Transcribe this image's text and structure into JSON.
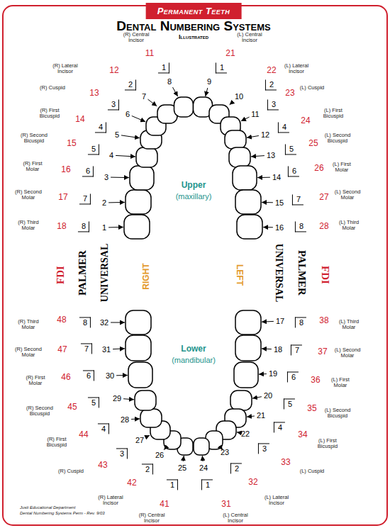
{
  "diagram": {
    "title": "Dental Numbering Systems",
    "nodes": [
      {
        "text": [
          "Permanent Teeth"
        ]
      }
    ],
    "labels": [
      "Illustrated",
      "(R) Third Molar",
      "18",
      "8",
      "1",
      "(R) Second Molar",
      "17",
      "7",
      "2",
      "(R) First Molar",
      "16",
      "6",
      "3",
      "(R) Second Bicuspid",
      "15",
      "5",
      "4",
      "(R) First Bicuspid",
      "14",
      "4",
      "5",
      "(R) Cuspid",
      "13",
      "3",
      "6",
      "(R) Lateral Incisor",
      "12",
      "2",
      "7",
      "(R) Central Incisor",
      "11",
      "1",
      "8",
      "(L) Central Incisor",
      "21",
      "1",
      "9",
      "(L) Lateral Incisor",
      "22",
      "2",
      "10",
      "(L) Cuspid",
      "23",
      "3",
      "11",
      "(L) First Bicuspid",
      "24",
      "4",
      "12",
      "(L) Second Bicuspid",
      "25",
      "5",
      "13",
      "(L) First Molar",
      "26",
      "6",
      "14",
      "(L) Second Molar",
      "27",
      "7",
      "15",
      "(L) Third Molar",
      "28",
      "8",
      "16",
      "(L) Third Molar",
      "38",
      "8",
      "17",
      "(L) Second Molar",
      "37",
      "7",
      "18",
      "(L) First Molar",
      "36",
      "6",
      "19",
      "(L) Second Bicuspid",
      "35",
      "5",
      "20",
      "(L) First Bicuspid",
      "34",
      "4",
      "21",
      "(L) Cuspid",
      "33",
      "3",
      "22",
      "(L) Lateral Incisor",
      "32",
      "2",
      "23",
      "(L) Central Incisor",
      "31",
      "1",
      "24",
      "(R) Central Incisor",
      "41",
      "1",
      "25",
      "(R) Lateral Incisor",
      "42",
      "2",
      "26",
      "(R) Cuspid",
      "43",
      "3",
      "27",
      "(R) First Bicuspid",
      "44",
      "4",
      "28",
      "(R) Second Bicuspid",
      "45",
      "5",
      "29",
      "(R) First Molar",
      "46",
      "6",
      "30",
      "(R) Second Molar",
      "47",
      "7",
      "31",
      "(R) Third Molar",
      "48",
      "8",
      "32",
      "Upper",
      "(maxillary)",
      "Lower",
      "(mandibular)",
      "FDI",
      "PALMER",
      "UNIVERSAL",
      "RIGHT",
      "LEFT",
      "UNIVERSAL",
      "PALMER",
      "FDI",
      "Justi Educational Department",
      "Dental Numbering Systems Perm - Rev. 9/03"
    ]
  }
}
